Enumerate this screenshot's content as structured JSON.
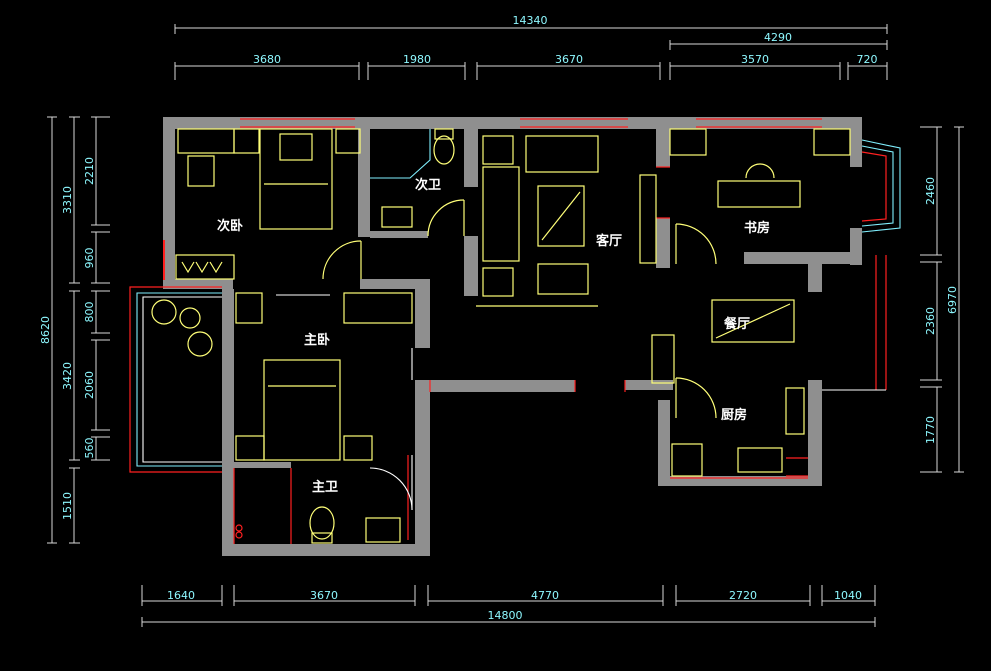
{
  "dimensions": {
    "top_total": "14340",
    "top_right_total": "4290",
    "top_segments": [
      "3680",
      "1980",
      "3670",
      "3570",
      "720"
    ],
    "bottom_total": "14800",
    "bottom_segments": [
      "1640",
      "3670",
      "4770",
      "2720",
      "1040"
    ],
    "left_total": "8620",
    "left_upper": "3310",
    "left_lower": "3420",
    "left_bottom": "1510",
    "left_inner": [
      "2210",
      "960",
      "800",
      "2060",
      "560"
    ],
    "right_total": "6970",
    "right_segments": [
      "2460",
      "2360",
      "1770"
    ]
  },
  "rooms": {
    "second_bedroom": "次卧",
    "second_bath": "次卫",
    "living_room": "客厅",
    "study": "书房",
    "dining_room": "餐厅",
    "master_bedroom": "主卧",
    "kitchen": "厨房",
    "master_bath": "主卫"
  },
  "colors": {
    "background": "#000000",
    "dimension_text": "#8ef8ff",
    "wall": "#8f8f8f",
    "window": "#ff2020",
    "furniture": "#ffff78"
  }
}
